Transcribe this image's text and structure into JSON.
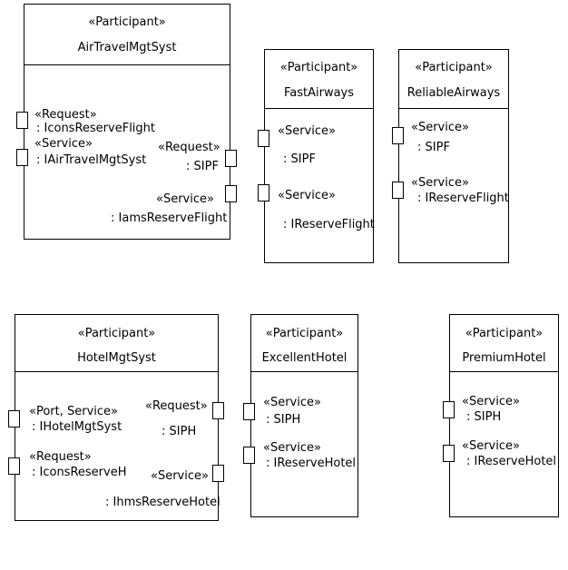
{
  "participants": [
    {
      "stereotype": "«Participant»",
      "name": "AirTravelMgtSyst",
      "ports": [
        {
          "stereotype": "«Request»",
          "name": ": IconsReserveFlight"
        },
        {
          "stereotype": "«Service»",
          "name": ": IAirTravelMgtSyst"
        },
        {
          "stereotype": "«Request»",
          "name": ": SIPF"
        },
        {
          "stereotype": "«Service»",
          "name": ": IamsReserveFlight"
        }
      ]
    },
    {
      "stereotype": "«Participant»",
      "name": "FastAirways",
      "ports": [
        {
          "stereotype": "«Service»",
          "name": ": SIPF"
        },
        {
          "stereotype": "«Service»",
          "name": ": IReserveFlight"
        }
      ]
    },
    {
      "stereotype": "«Participant»",
      "name": "ReliableAirways",
      "ports": [
        {
          "stereotype": "«Service»",
          "name": ": SIPF"
        },
        {
          "stereotype": "«Service»",
          "name": ": IReserveFlight"
        }
      ]
    },
    {
      "stereotype": "«Participant»",
      "name": "HotelMgtSyst",
      "ports": [
        {
          "stereotype": "«Port, Service»",
          "name": ": IHotelMgtSyst"
        },
        {
          "stereotype": "«Request»",
          "name": ": IconsReserveH"
        },
        {
          "stereotype": "«Request»",
          "name": ": SIPH"
        },
        {
          "stereotype": "«Service»",
          "name": ": IhmsReserveHotel"
        }
      ]
    },
    {
      "stereotype": "«Participant»",
      "name": "ExcellentHotel",
      "ports": [
        {
          "stereotype": "«Service»",
          "name": ": SIPH"
        },
        {
          "stereotype": "«Service»",
          "name": ": IReserveHotel"
        }
      ]
    },
    {
      "stereotype": "«Participant»",
      "name": "PremiumHotel",
      "ports": [
        {
          "stereotype": "«Service»",
          "name": ": SIPH"
        },
        {
          "stereotype": "«Service»",
          "name": ": IReserveHotel"
        }
      ]
    }
  ]
}
